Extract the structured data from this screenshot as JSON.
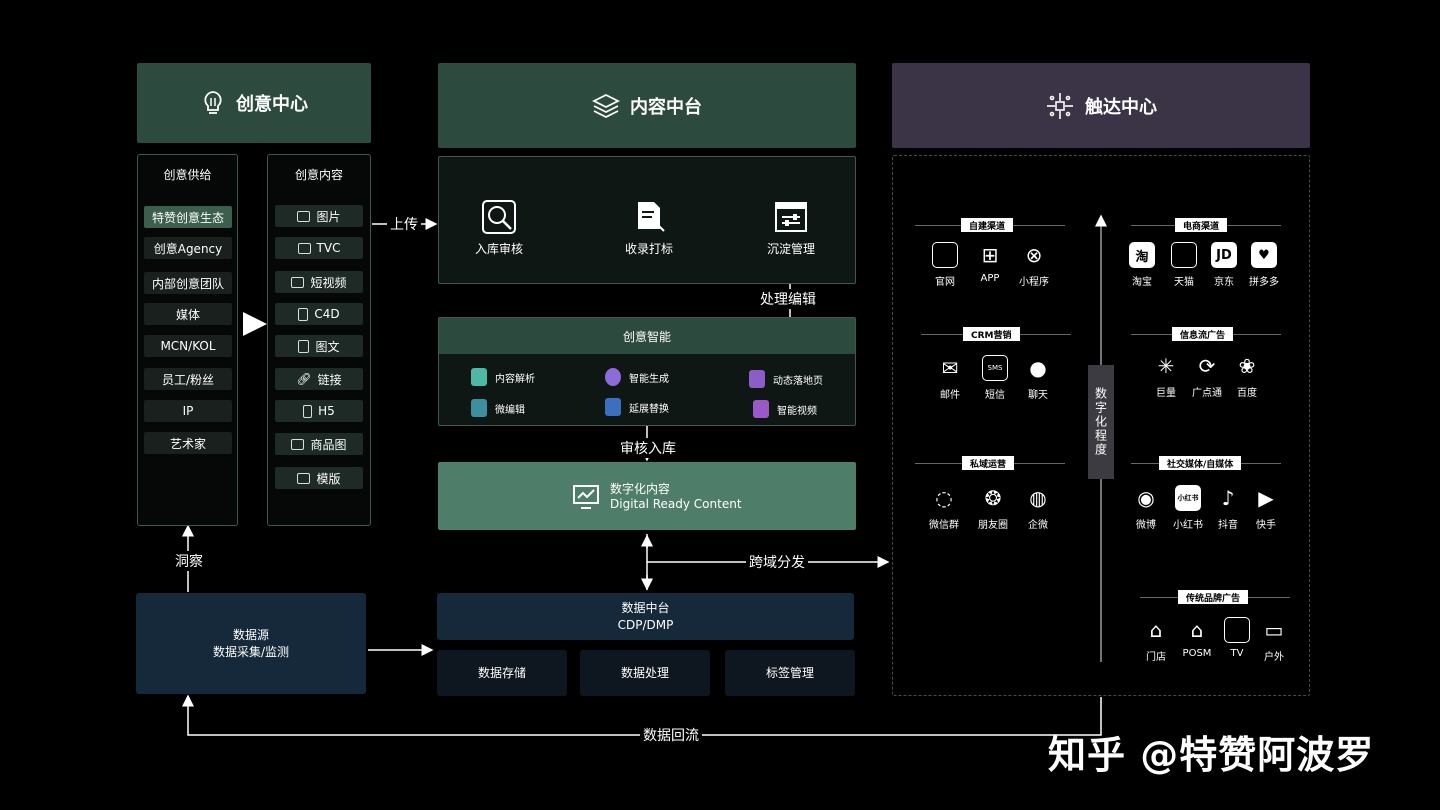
{
  "headers": {
    "creative_center": "创意中心",
    "content_platform": "内容中台",
    "reach_center": "触达中心"
  },
  "creative_supply": {
    "title": "创意供给",
    "items": [
      "特赞创意生态",
      "创意Agency",
      "内部创意团队",
      "媒体",
      "MCN/KOL",
      "员工/粉丝",
      "IP",
      "艺术家"
    ]
  },
  "creative_content": {
    "title": "创意内容",
    "items": [
      "图片",
      "TVC",
      "短视频",
      "C4D",
      "图文",
      "链接",
      "H5",
      "商品图",
      "模版"
    ]
  },
  "flow_labels": {
    "upload": "上传",
    "process_edit": "处理编辑",
    "review_store": "审核入库",
    "insight": "洞察",
    "cross_domain": "跨域分发",
    "data_backflow": "数据回流"
  },
  "pipeline": {
    "steps": [
      "入库审核",
      "收录打标",
      "沉淀管理"
    ]
  },
  "creative_ai": {
    "title": "创意智能",
    "items": [
      "内容解析",
      "智能生成",
      "动态落地页",
      "微编辑",
      "延展替换",
      "智能视频"
    ]
  },
  "digital_content": {
    "line1": "数字化内容",
    "line2": "Digital Ready Content"
  },
  "data_source": {
    "line1": "数据源",
    "line2": "数据采集/监测"
  },
  "data_platform": {
    "line1": "数据中台",
    "line2": "CDP/DMP",
    "modules": [
      "数据存储",
      "数据处理",
      "标签管理"
    ]
  },
  "reach": {
    "digitization_label": "数字化程度",
    "groups": {
      "own": {
        "title": "自建渠道",
        "items": [
          "官网",
          "APP",
          "小程序"
        ]
      },
      "ecom": {
        "title": "电商渠道",
        "items": [
          "淘宝",
          "天猫",
          "京东",
          "拼多多"
        ]
      },
      "crm": {
        "title": "CRM营销",
        "items": [
          "邮件",
          "短信",
          "聊天"
        ]
      },
      "feed": {
        "title": "信息流广告",
        "items": [
          "巨量",
          "广点通",
          "百度"
        ]
      },
      "private": {
        "title": "私域运营",
        "items": [
          "微信群",
          "朋友圈",
          "企微"
        ]
      },
      "social": {
        "title": "社交媒体/自媒体",
        "items": [
          "微博",
          "小红书",
          "抖音",
          "快手"
        ]
      },
      "traditional": {
        "title": "传统品牌广告",
        "items": [
          "门店",
          "POSM",
          "TV",
          "户外"
        ]
      }
    },
    "icon_text": {
      "taobao": "淘",
      "jd": "JD",
      "sms": "SMS",
      "xhs": "小红书"
    }
  },
  "watermark": "知乎 @特赞阿波罗",
  "colors": {
    "green_header": "#2d4a3e",
    "purple_header": "#3b3346",
    "digital_content": "#4e7e6a",
    "data_blue": "#16293a"
  }
}
